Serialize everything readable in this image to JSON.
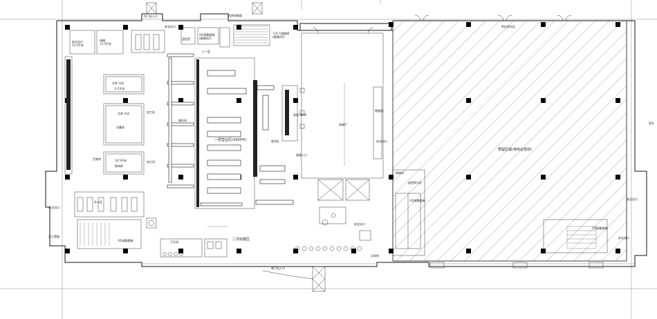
{
  "labels": {
    "top_exit_left": "东门出入口",
    "top_escalator": "自然排烟窗",
    "safety_top": "安全出口",
    "security_room": "监控室",
    "stair_4": "4号疏散楼梯\n(楼梯间2)",
    "up_floor": "上一层",
    "stair_down": "下往下部楼梯\n(楼梯间3)",
    "safety_left_top": "安全出口\n15.5平米",
    "elevator_small": "电梯\n13.5平米",
    "cold_store_1": "冷库 冷冻",
    "cold_store_1b": "9.5平米",
    "cold_store_2": "冷库 冷冻",
    "cold_store_2b": "10.5平米",
    "storage_1": "生鲜库",
    "storage_2": "冷藏库",
    "storage_3": "鲜肉库",
    "prep_1": "加工间",
    "prep_2": "加工间",
    "prep_3": "操作间",
    "main_sales": "一层营业区(4300平)",
    "receiving": "收货区",
    "cashier": "收银 8000",
    "entry": "顾客入口",
    "elevator_hall": "电梯厅",
    "exit_2": "安全出口",
    "reserve_right": "预留区域(待商业规划)",
    "empty_right_label": "附近商业区",
    "sale_room": "售楼部",
    "stair_1": "1号疏散楼梯",
    "safety_right": "安全出口",
    "stair_2": "2号疏散楼梯",
    "safety_right_mid": "安全出口",
    "safety_left_bottom": "安全出口",
    "stair_left": "3号疏散楼梯",
    "staff": "员工通道",
    "office": "办公区",
    "toilet": "卫生间",
    "cashier_zone": "二次收银区",
    "bottom_exit": "南门出入口",
    "stair_room": "楼梯间",
    "safety_bottom_mid": "安全出口",
    "pump": "水泵房",
    "cctv_right": "监控探头区",
    "right_edge": "室外"
  },
  "colors": {
    "line": "#111111",
    "hatch": "#555555",
    "column": "#000000"
  }
}
